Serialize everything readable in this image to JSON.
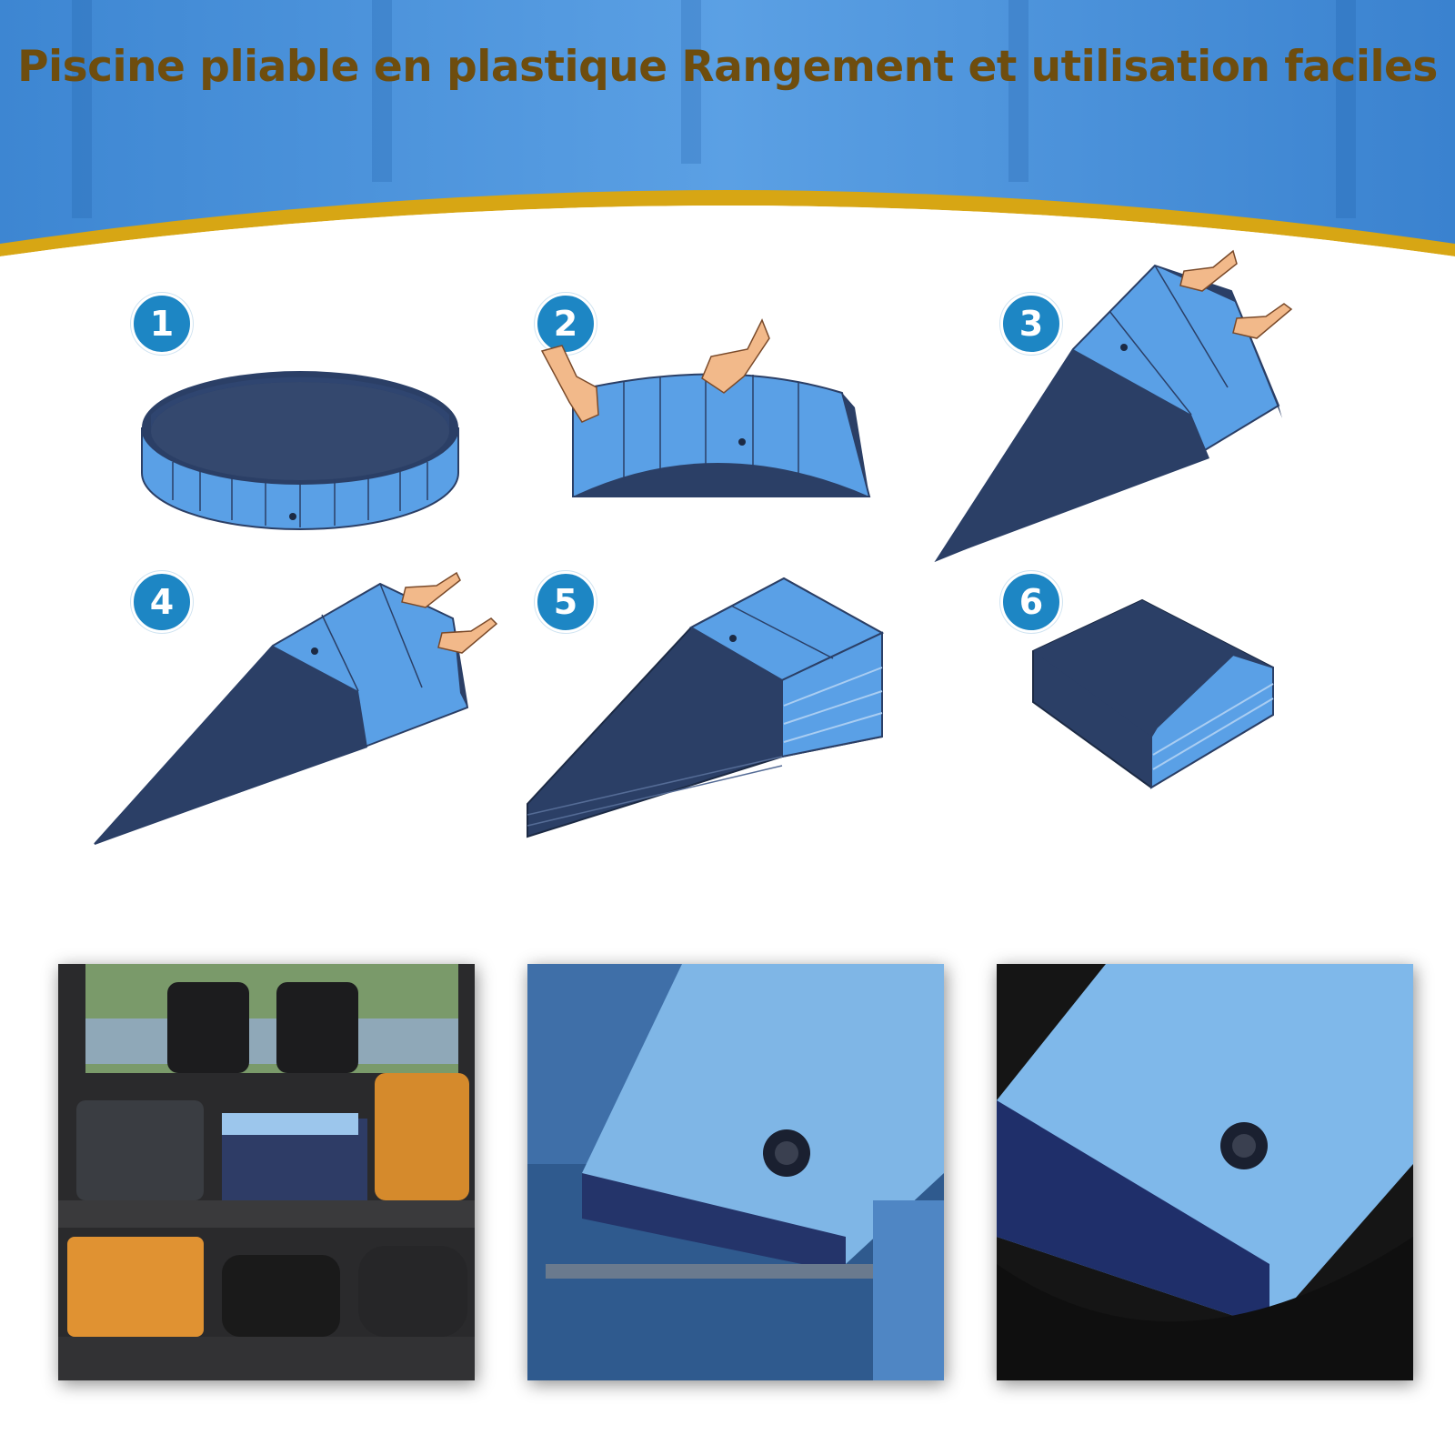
{
  "title": "Piscine pliable en plastique Rangement et utilisation faciles",
  "colors": {
    "title_text": "#6e4d0e",
    "banner_blue": "#4a90d6",
    "gold_band": "#d7a614",
    "badge_blue": "#1d86c4",
    "pool_light": "#5aa0e6",
    "pool_dark": "#2b3f66"
  },
  "steps": [
    {
      "number": "1",
      "illustration": "round-pool-open"
    },
    {
      "number": "2",
      "illustration": "pool-half-folded-hands"
    },
    {
      "number": "3",
      "illustration": "pool-wedge-fold-hands"
    },
    {
      "number": "4",
      "illustration": "pool-wedge-refold-hands"
    },
    {
      "number": "5",
      "illustration": "pool-wedge-stacked"
    },
    {
      "number": "6",
      "illustration": "pool-folded-square"
    }
  ],
  "photos": [
    {
      "scene": "car-trunk-storage"
    },
    {
      "scene": "drawer-storage"
    },
    {
      "scene": "bag-storage"
    }
  ]
}
